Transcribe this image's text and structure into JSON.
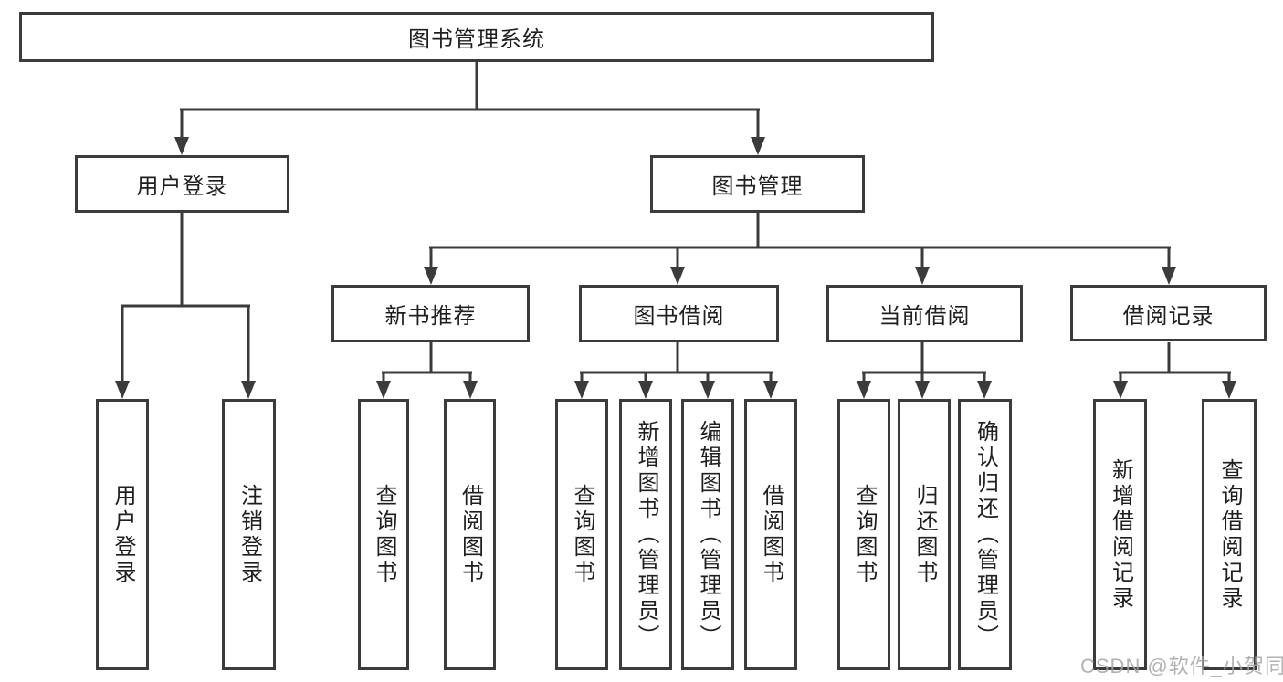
{
  "tree": {
    "root": {
      "label": "图书管理系统",
      "children": [
        {
          "label": "用户登录",
          "children": [
            {
              "label": "用户登录"
            },
            {
              "label": "注销登录"
            }
          ]
        },
        {
          "label": "图书管理",
          "children": [
            {
              "label": "新书推荐",
              "children": [
                {
                  "label": "查询图书"
                },
                {
                  "label": "借阅图书"
                }
              ]
            },
            {
              "label": "图书借阅",
              "children": [
                {
                  "label": "查询图书"
                },
                {
                  "label": "新增图书（管理员）"
                },
                {
                  "label": "编辑图书（管理员）"
                },
                {
                  "label": "借阅图书"
                }
              ]
            },
            {
              "label": "当前借阅",
              "children": [
                {
                  "label": "查询图书"
                },
                {
                  "label": "归还图书"
                },
                {
                  "label": "确认归还（管理员）"
                }
              ]
            },
            {
              "label": "借阅记录",
              "children": [
                {
                  "label": "新增借阅记录"
                },
                {
                  "label": "查询借阅记录"
                }
              ]
            }
          ]
        }
      ]
    }
  },
  "watermark": {
    "text": "CSDN @软件_小贺同学"
  },
  "colors": {
    "line": "#3b3b3b",
    "text": "#1f1f1f",
    "background": "#ffffff"
  }
}
